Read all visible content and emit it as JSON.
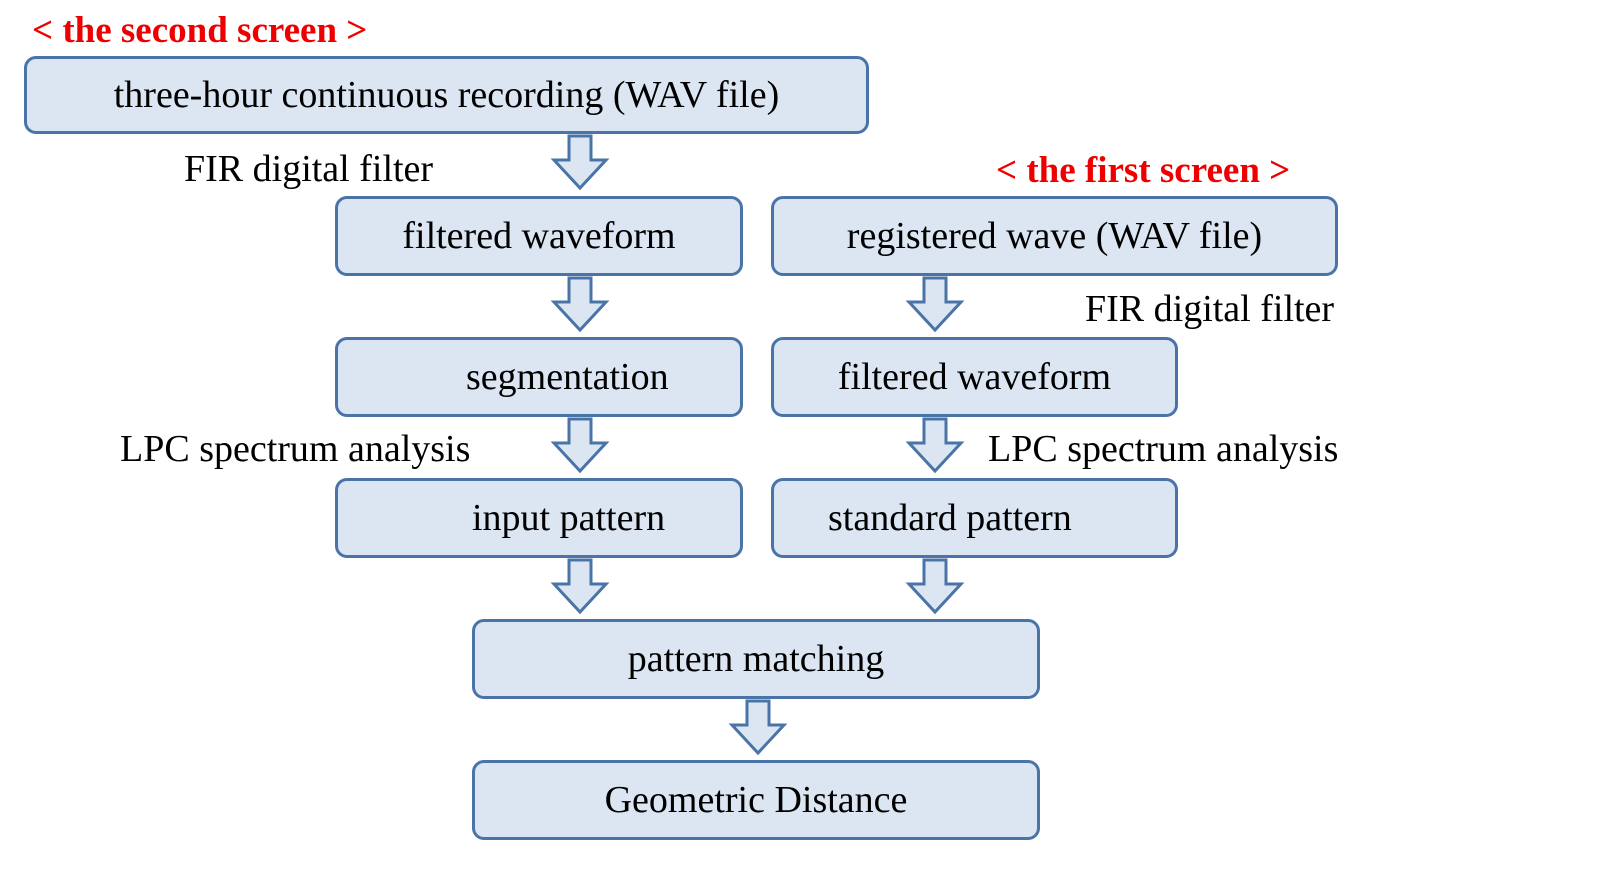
{
  "headings": {
    "second_screen": "< the second screen >",
    "first_screen": "< the first screen >"
  },
  "boxes": {
    "recording": "three-hour continuous recording (WAV file)",
    "filtered_left": "filtered waveform",
    "segmentation": "segmentation",
    "input_pattern": "input pattern",
    "registered_wave": "registered wave (WAV file)",
    "filtered_right": "filtered waveform",
    "standard_pattern": "standard pattern",
    "pattern_matching": "pattern matching",
    "geometric_distance": "Geometric Distance"
  },
  "edge_labels": {
    "fir_left": "FIR digital filter",
    "lpc_left": "LPC spectrum analysis",
    "fir_right": "FIR digital filter",
    "lpc_right": "LPC spectrum analysis"
  },
  "colors": {
    "box_fill": "#dce6f2",
    "box_border": "#4a74a8",
    "heading": "#ee0000"
  }
}
